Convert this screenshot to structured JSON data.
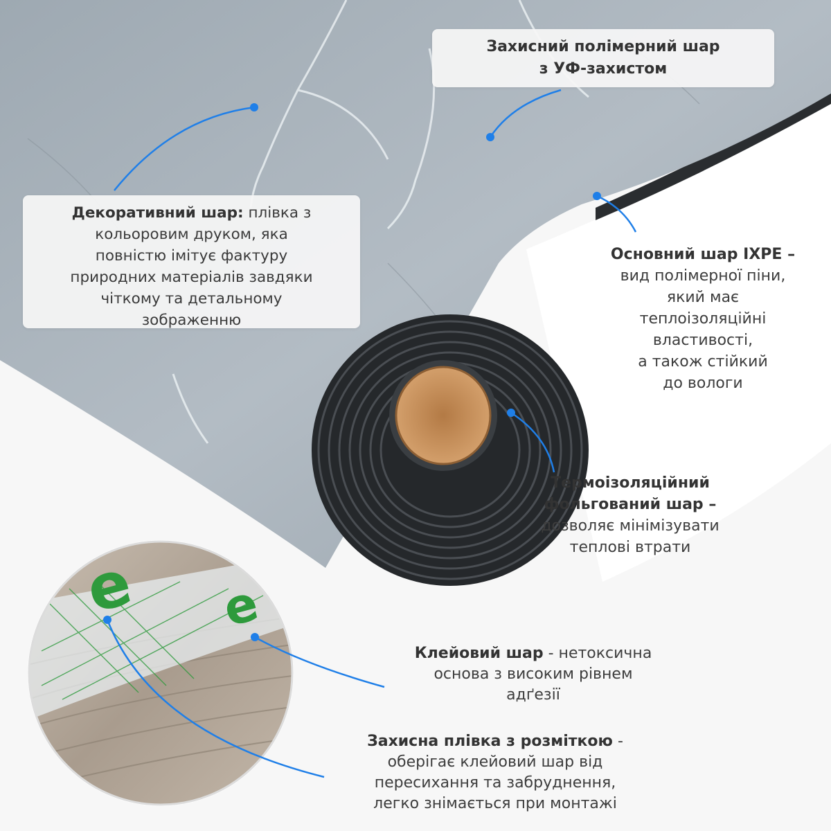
{
  "colors": {
    "background": "#f7f7f7",
    "callout_line": "#1f7fe8",
    "marble": "#a5b0b8",
    "roll_black": "#2c2f33",
    "cardboard_core": "#c28a55",
    "wood_inset": "#b8ada0",
    "marking_green": "#2e9a3c"
  },
  "callouts": {
    "uv_layer": {
      "title": "Захисний полімерний шар",
      "text": "з УФ-захистом"
    },
    "decor_layer": {
      "title": "Декоративний шар:",
      "line1": "плівка з",
      "line2": "кольоровим друком, яка",
      "line3": "повністю імітує фактуру",
      "line4": "природних матеріалів завдяки",
      "line5": "чіткому та детальному",
      "line6": "зображенню"
    },
    "ixpe_layer": {
      "title": "Основний шар IXPE –",
      "line1": "вид полімерної піни,",
      "line2": "який має",
      "line3": "теплоізоляційні",
      "line4": "властивості,",
      "line5": "а також стійкий",
      "line6": "до вологи"
    },
    "foil_layer": {
      "title1": "Термоізоляційний",
      "title2": "фольгований шар –",
      "line1": "дозволяє мінімізувати",
      "line2": "теплові втрати"
    },
    "adhesive_layer": {
      "title": "Клейовий шар",
      "line1": "- нетоксична",
      "line2": "основа з високим рівнем",
      "line3": "адґезії"
    },
    "protective_film": {
      "title": "Захисна плівка з розміткою",
      "line1": "-",
      "line2": "оберігає клейовий шар від",
      "line3": "пересихання та забруднення,",
      "line4": "легко знімається при монтажі"
    }
  }
}
